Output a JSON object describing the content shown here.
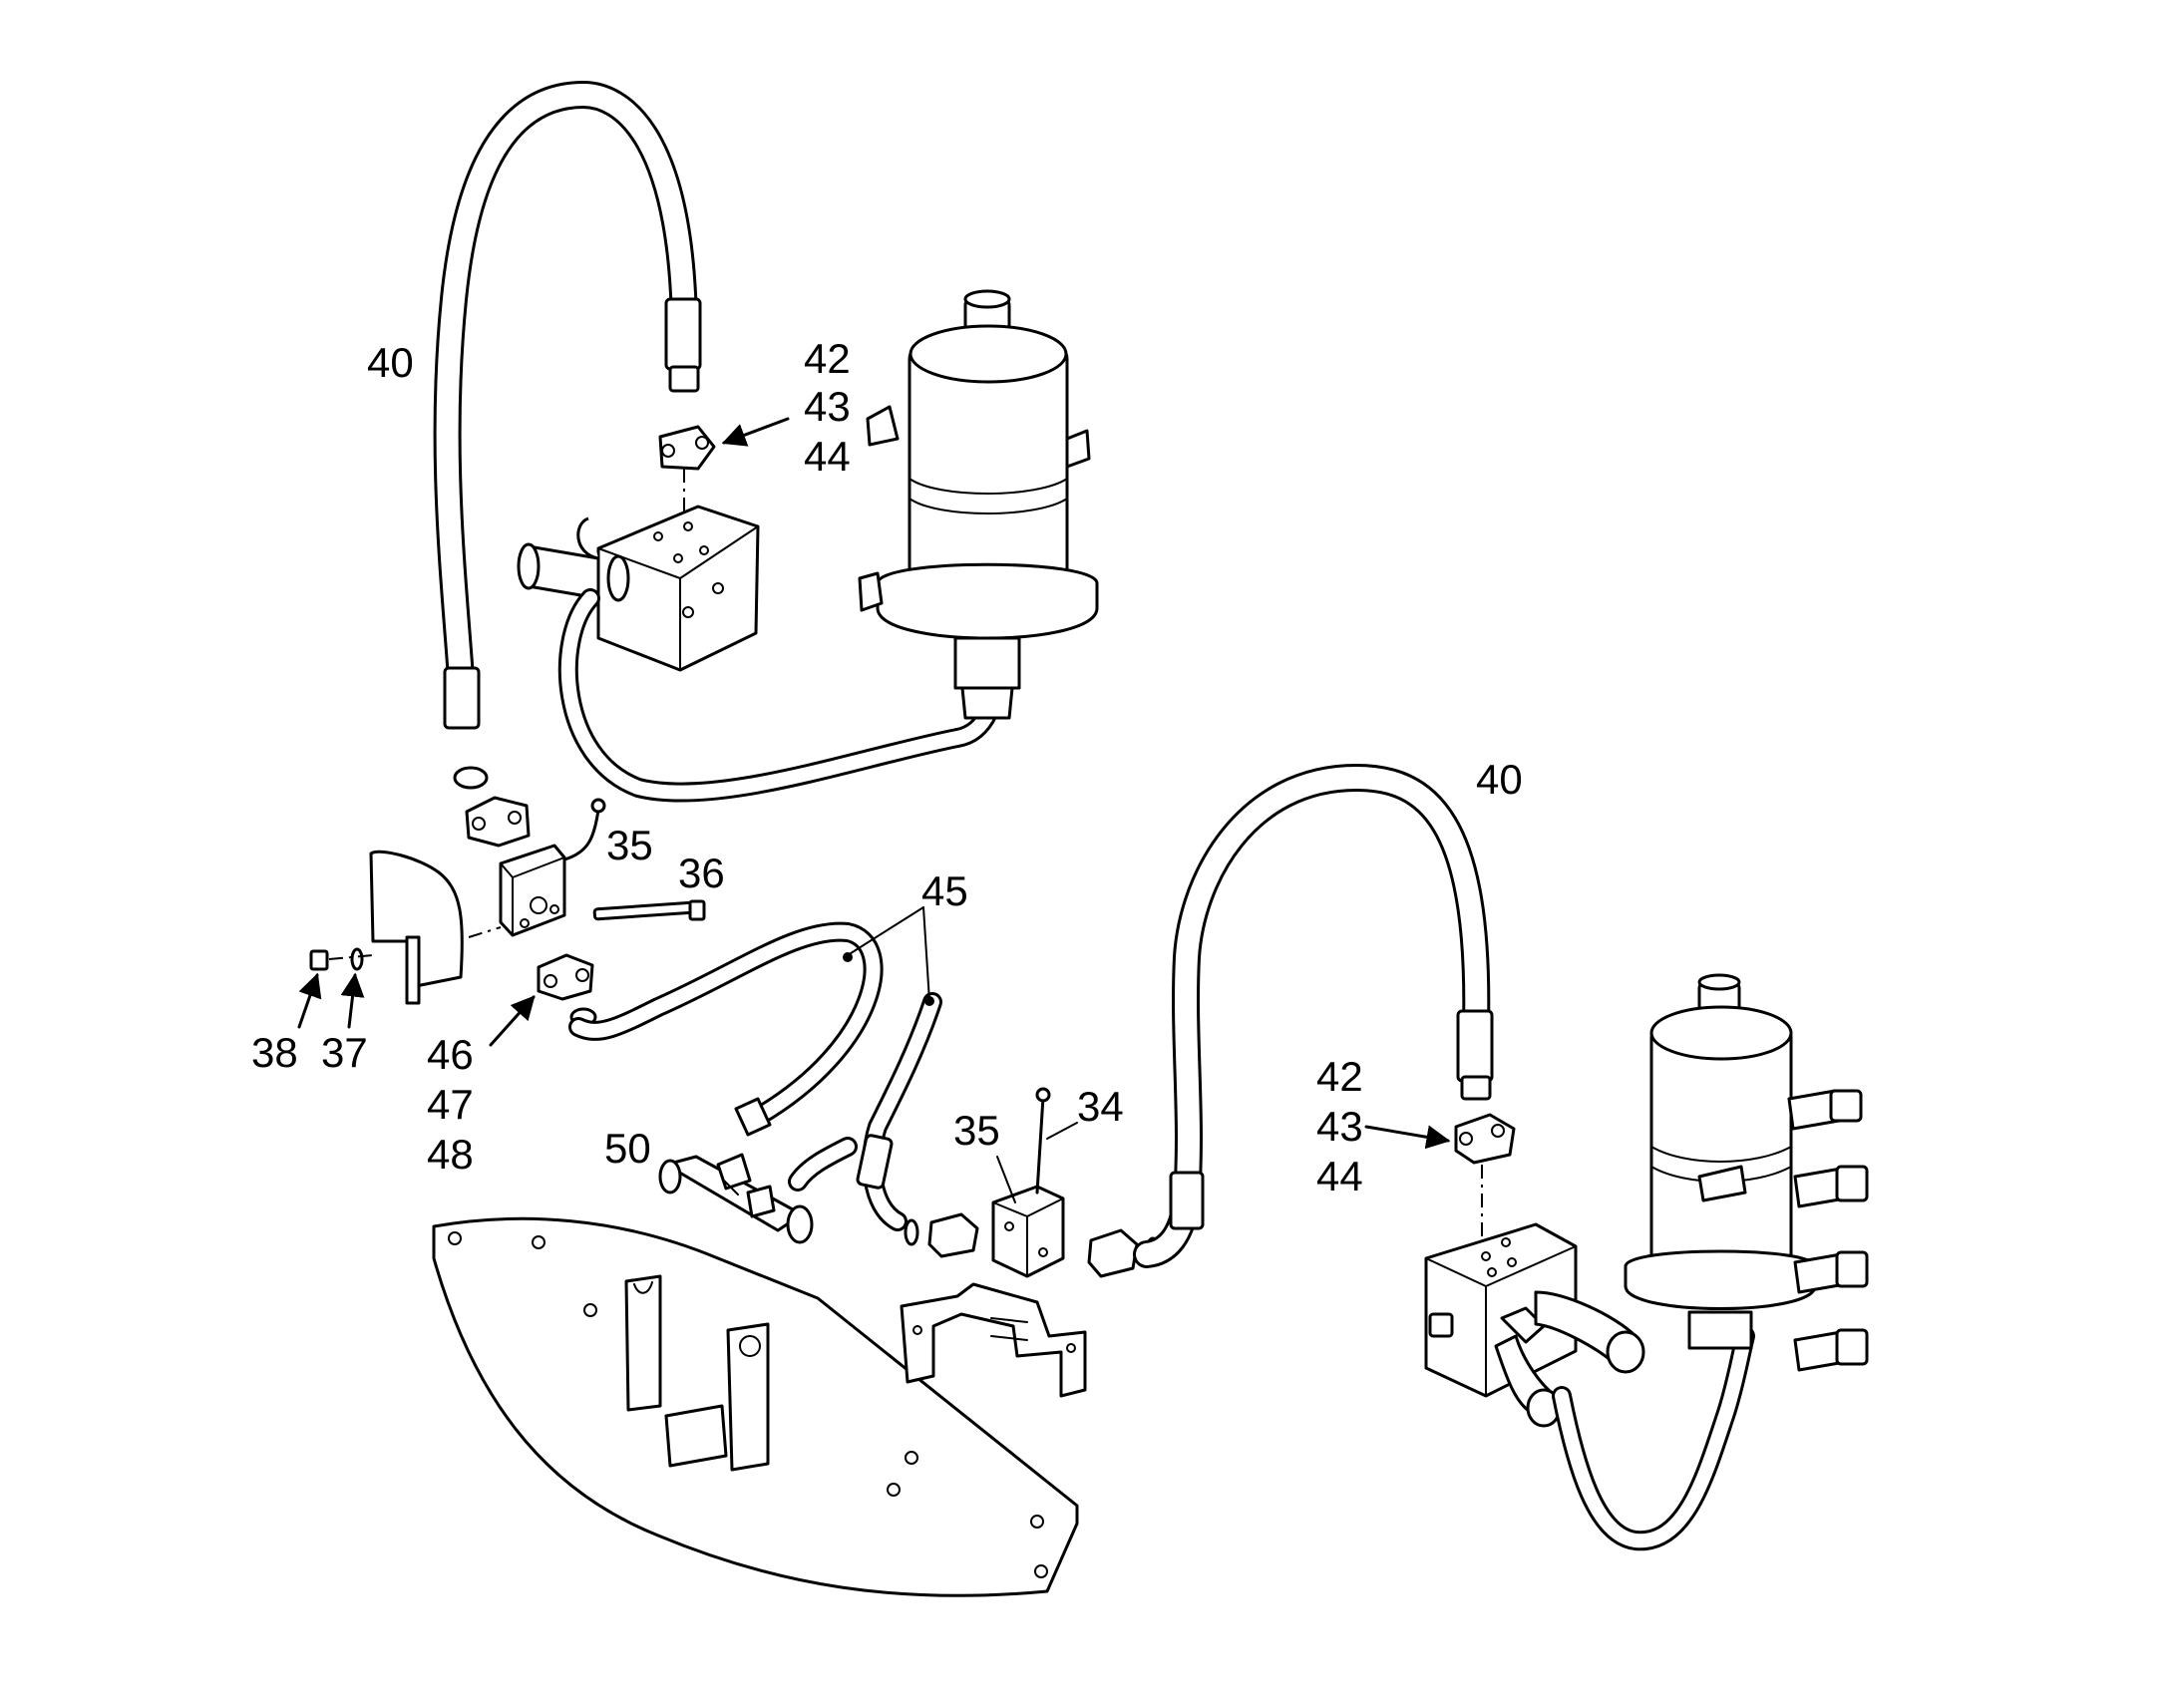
{
  "callouts": {
    "c40_top": "40",
    "c42_top": "42",
    "c43_top": "43",
    "c44_top": "44",
    "c35_left": "35",
    "c36": "36",
    "c45": "45",
    "c38": "38",
    "c37": "37",
    "c46": "46",
    "c47": "47",
    "c48": "48",
    "c50": "50",
    "c35_mid": "35",
    "c34": "34",
    "c40_right": "40",
    "c42_right": "42",
    "c43_right": "43",
    "c44_right": "44"
  }
}
